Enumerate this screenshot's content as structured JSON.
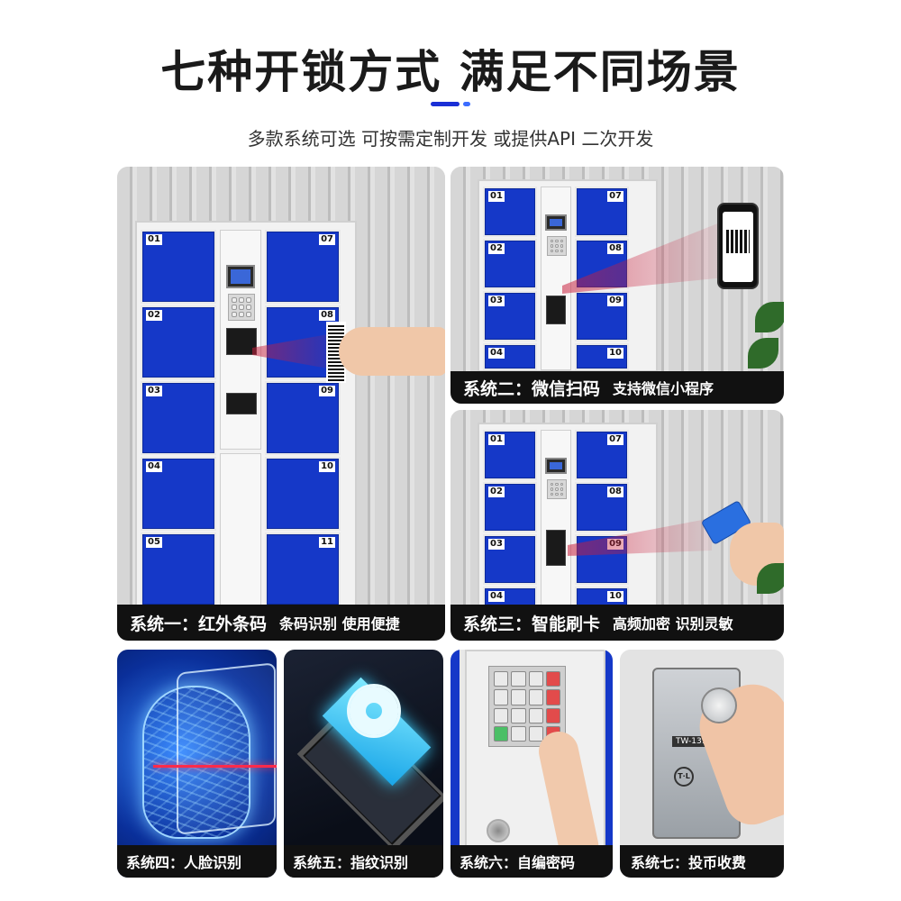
{
  "header": {
    "title": "七种开锁方式 满足不同场景",
    "subtitle": "多款系统可选 可按需定制开发 或提供API 二次开发"
  },
  "colors": {
    "accent": "#1a2fd6",
    "accent_dot": "#3b6cff",
    "caption_bg": "#111111",
    "door_blue": "#1538c8"
  },
  "panels": {
    "p1": {
      "title": "系统一：红外条码",
      "desc": "条码识别 使用便捷",
      "icon": "barcode-scanner-icon",
      "doors_left": [
        "01",
        "02",
        "03",
        "04",
        "05"
      ],
      "doors_right": [
        "07",
        "08",
        "09",
        "10",
        "11"
      ]
    },
    "p2": {
      "title": "系统二：微信扫码",
      "desc": "支持微信小程序",
      "icon": "qr-code-icon",
      "doors_left": [
        "01",
        "02",
        "03",
        "04"
      ],
      "doors_right": [
        "07",
        "08",
        "09",
        "10"
      ]
    },
    "p3": {
      "title": "系统三：智能刷卡",
      "desc": "高频加密 识别灵敏",
      "icon": "card-icon",
      "doors_left": [
        "01",
        "02",
        "03",
        "04"
      ],
      "doors_right": [
        "07",
        "08",
        "09",
        "10"
      ]
    },
    "p4": {
      "title": "系统四：人脸识别",
      "icon": "face-scan-icon"
    },
    "p5": {
      "title": "系统五：指纹识别",
      "icon": "fingerprint-icon"
    },
    "p6": {
      "title": "系统六：自编密码",
      "icon": "keypad-icon"
    },
    "p7": {
      "title": "系统七：投币收费",
      "icon": "coin-slot-icon",
      "device_label": "TW-131",
      "device_logo": "T·L"
    }
  }
}
